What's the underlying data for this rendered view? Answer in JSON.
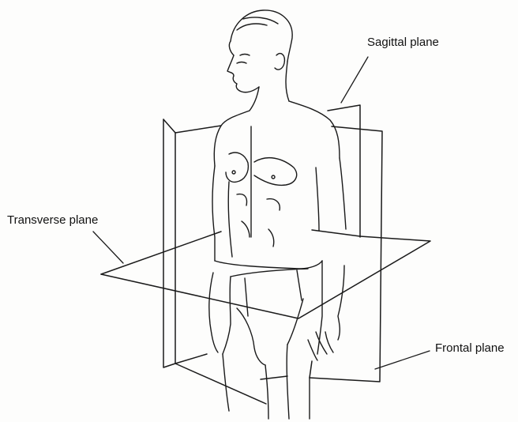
{
  "figure": {
    "labels": {
      "sagittal": "Sagittal plane",
      "transverse": "Transverse plane",
      "frontal": "Frontal plane"
    },
    "colors": {
      "ink": "#1a1a1a",
      "background": "#fdfdfc"
    }
  }
}
